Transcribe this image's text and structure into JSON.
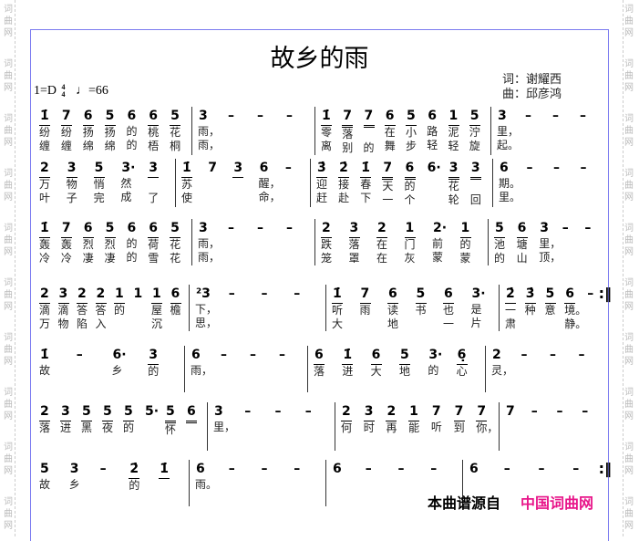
{
  "watermark": "词曲网",
  "title": "故乡的雨",
  "key": "1=D",
  "time_sig": {
    "num": "4",
    "den": "4"
  },
  "tempo": "♩=66",
  "lyricist": "词：谢耀西",
  "composer": "曲：邱彦鸿",
  "rows": [
    [
      [
        [
          "1̇",
          "u1",
          "纷",
          "缠"
        ],
        [
          "7",
          "u1",
          "纷",
          "缠"
        ],
        [
          "6",
          "u1",
          "扬",
          "绵"
        ],
        [
          "5",
          "u1",
          "扬",
          "绵"
        ],
        [
          "6",
          "",
          "的",
          "的"
        ],
        [
          "6",
          "u1",
          "桃",
          "梧"
        ],
        [
          "5",
          "u1",
          "花",
          "桐"
        ]
      ],
      [
        [
          "3",
          "",
          "雨，",
          "雨，"
        ],
        [
          "–",
          "",
          "",
          ""
        ],
        [
          "–",
          "",
          "",
          ""
        ],
        [
          "–",
          "",
          "",
          ""
        ]
      ],
      [
        [
          "1̇",
          "u1",
          "零",
          "离"
        ],
        [
          "7",
          "u2",
          "落",
          "别"
        ],
        [
          "7",
          "u2",
          "",
          "的"
        ],
        [
          "6",
          "u1",
          "在",
          "舞"
        ],
        [
          "5",
          "u1",
          "小",
          "步"
        ],
        [
          "6",
          "",
          "路",
          "轻"
        ],
        [
          "1",
          "u1",
          "泥",
          "轻"
        ],
        [
          "5",
          "u1",
          "泞",
          "旋"
        ]
      ],
      [
        [
          "3",
          "",
          "里，",
          "起。"
        ],
        [
          "–",
          "",
          "",
          ""
        ],
        [
          "–",
          "",
          "",
          ""
        ],
        [
          "–",
          "",
          "",
          ""
        ]
      ]
    ],
    [
      [
        [
          "2",
          "u1",
          "万",
          "叶"
        ],
        [
          "3",
          "u1",
          "物",
          "子"
        ],
        [
          "5",
          "u1",
          "悄",
          "完"
        ],
        [
          "3·",
          "",
          "然",
          "成"
        ],
        [
          "3",
          "u1",
          "",
          "了"
        ]
      ],
      [
        [
          "1̇",
          "u1",
          "苏",
          "使"
        ],
        [
          "7",
          "",
          "",
          " "
        ],
        [
          "3",
          "u1",
          "",
          ""
        ],
        [
          "6",
          "",
          "醒，",
          "命，"
        ],
        [
          "–",
          "",
          "",
          ""
        ]
      ],
      [
        [
          "3̇",
          "u1",
          "迎",
          "赶"
        ],
        [
          "2̇",
          "u1",
          "接",
          "赴"
        ],
        [
          "1̇",
          "u1",
          "春",
          "下"
        ],
        [
          "7",
          "u2",
          "天",
          "一"
        ],
        [
          "6",
          "u2",
          "的",
          "个"
        ],
        [
          "6·",
          "",
          "",
          ""
        ],
        [
          "3",
          "u2",
          "花",
          "轮"
        ],
        [
          "3",
          "u2",
          "",
          "回"
        ]
      ],
      [
        [
          "6",
          "",
          "期。",
          "里。"
        ],
        [
          "–",
          "",
          "",
          ""
        ],
        [
          "–",
          "",
          "",
          ""
        ],
        [
          "–",
          "",
          "",
          ""
        ]
      ]
    ],
    [
      [
        [
          "1̇",
          "u1",
          "轰",
          "冷"
        ],
        [
          "7",
          "u1",
          "轰",
          "冷"
        ],
        [
          "6",
          "u1",
          "烈",
          "凄"
        ],
        [
          "5",
          "u1",
          "烈",
          "凄"
        ],
        [
          "6",
          "",
          "的",
          "的"
        ],
        [
          "6",
          "u1",
          "荷",
          "雪"
        ],
        [
          "5",
          "u1",
          "花",
          "花"
        ]
      ],
      [
        [
          "3",
          "",
          "雨，",
          "雨，"
        ],
        [
          "–",
          "",
          "",
          ""
        ],
        [
          "–",
          "",
          "",
          ""
        ],
        [
          "–",
          "",
          "",
          ""
        ]
      ],
      [
        [
          "2",
          "u1",
          "跌",
          "笼"
        ],
        [
          "3",
          "u1",
          "落",
          "罩"
        ],
        [
          "2",
          "u1",
          "在",
          "在"
        ],
        [
          "1",
          "u1",
          "门",
          "灰"
        ],
        [
          "2·",
          "",
          "前",
          "蒙"
        ],
        [
          "1",
          "u1",
          "的",
          "蒙"
        ]
      ],
      [
        [
          "5",
          "u1",
          "池",
          "的"
        ],
        [
          "6",
          "u1",
          "塘",
          "山"
        ],
        [
          "3",
          "",
          "里，",
          "顶，"
        ],
        [
          "–",
          "",
          "",
          ""
        ],
        [
          "–",
          "",
          "",
          ""
        ]
      ]
    ],
    [
      [
        [
          "2",
          "u1",
          "滴",
          "万"
        ],
        [
          "3",
          "u1",
          "滴",
          "物"
        ],
        [
          "2",
          "u1",
          "答",
          "陷"
        ],
        [
          "2",
          "u1",
          "答",
          "入"
        ],
        [
          "1",
          "u1",
          "的",
          ""
        ],
        [
          "1",
          "",
          "",
          ""
        ],
        [
          "1",
          "u1",
          "屋",
          "沉"
        ],
        [
          "6",
          "u1",
          "檐",
          ""
        ]
      ],
      [
        [
          "²3",
          "",
          "下，",
          "思，"
        ],
        [
          "–",
          "",
          "",
          ""
        ],
        [
          "–",
          "",
          "",
          ""
        ],
        [
          "–",
          "",
          "",
          ""
        ]
      ],
      [
        [
          "1̇",
          "u1",
          "听",
          "大"
        ],
        [
          "7",
          "u1",
          "雨",
          ""
        ],
        [
          "6",
          "u1",
          "读",
          "地"
        ],
        [
          "5",
          "u1",
          "书",
          ""
        ],
        [
          "6",
          "u1",
          "也",
          "一"
        ],
        [
          "3·",
          "",
          "是",
          "片"
        ]
      ],
      [
        [
          "2̇",
          "u1",
          "一",
          "肃"
        ],
        [
          "3̇",
          "u1",
          "种",
          ""
        ],
        [
          "5",
          "u1",
          "意",
          ""
        ],
        [
          "6",
          "u1",
          "境。",
          "静。"
        ],
        [
          "–",
          "",
          "",
          ""
        ]
      ]
    ],
    [
      [
        [
          "1̇",
          "",
          "故",
          ""
        ],
        [
          "–",
          "",
          "",
          ""
        ],
        [
          "6·",
          "",
          "乡",
          ""
        ],
        [
          "3",
          "u1",
          "的",
          ""
        ]
      ],
      [
        [
          "6",
          "",
          "雨，",
          ""
        ],
        [
          "–",
          "",
          "",
          ""
        ],
        [
          "–",
          "",
          "",
          ""
        ],
        [
          "–",
          "",
          "",
          ""
        ]
      ],
      [
        [
          "6",
          "u1",
          "落",
          ""
        ],
        [
          "1̇",
          "u1",
          "进",
          ""
        ],
        [
          "6",
          "u1",
          "大",
          ""
        ],
        [
          "5",
          "u1",
          "地",
          ""
        ],
        [
          "3·",
          "",
          "的",
          ""
        ],
        [
          "6̣",
          "u1",
          "心",
          ""
        ]
      ],
      [
        [
          "2",
          "",
          "灵，",
          ""
        ],
        [
          "–",
          "",
          "",
          ""
        ],
        [
          "–",
          "",
          "",
          ""
        ],
        [
          "–",
          "",
          "",
          ""
        ]
      ]
    ],
    [
      [
        [
          "2",
          "u1",
          "落",
          ""
        ],
        [
          "3",
          "u1",
          "进",
          ""
        ],
        [
          "5",
          "u1",
          "黑",
          ""
        ],
        [
          "5",
          "u1",
          "夜",
          ""
        ],
        [
          "5",
          "u1",
          "的",
          ""
        ],
        [
          "5·",
          "",
          "",
          ""
        ],
        [
          "5",
          "u2",
          "怀",
          ""
        ],
        [
          "6",
          "u2",
          "",
          ""
        ]
      ],
      [
        [
          "3",
          "",
          "里，",
          ""
        ],
        [
          "–",
          "",
          "",
          ""
        ],
        [
          "–",
          "",
          "",
          ""
        ],
        [
          "–",
          "",
          "",
          ""
        ]
      ],
      [
        [
          "2",
          "u1",
          "何",
          ""
        ],
        [
          "3",
          "u1",
          "时",
          ""
        ],
        [
          "2",
          "u1",
          "再",
          ""
        ],
        [
          "1",
          "u1",
          "能",
          ""
        ],
        [
          "7",
          "",
          "听",
          ""
        ],
        [
          "7",
          "u1",
          "到",
          ""
        ],
        [
          "7",
          "u1",
          "你，",
          ""
        ]
      ],
      [
        [
          "7",
          "",
          "",
          ""
        ],
        [
          "–",
          "",
          "",
          ""
        ],
        [
          "–",
          "",
          "",
          ""
        ],
        [
          "–",
          "",
          "",
          ""
        ]
      ]
    ],
    [
      [
        [
          "5",
          "",
          "故",
          ""
        ],
        [
          "3",
          "",
          "乡",
          ""
        ],
        [
          "–",
          "",
          "",
          ""
        ],
        [
          "2̇",
          "u1",
          "的",
          ""
        ],
        [
          "1̇",
          "u1",
          "",
          ""
        ]
      ],
      [
        [
          "6",
          "",
          "雨。",
          ""
        ],
        [
          "–",
          "",
          "",
          ""
        ],
        [
          "–",
          "",
          "",
          ""
        ],
        [
          "–",
          "",
          "",
          ""
        ]
      ],
      [
        [
          "6",
          "",
          "",
          ""
        ],
        [
          "–",
          "",
          "",
          ""
        ],
        [
          "–",
          "",
          "",
          ""
        ],
        [
          "–",
          "",
          "",
          ""
        ]
      ],
      [
        [
          "6",
          "",
          "",
          ""
        ],
        [
          "–",
          "",
          "",
          ""
        ],
        [
          "–",
          "",
          "",
          ""
        ],
        [
          "–",
          "",
          "",
          ""
        ]
      ]
    ]
  ],
  "repeat_sign": ":‖",
  "footer": {
    "source": "本曲谱源自",
    "brand": "中国词曲网"
  }
}
